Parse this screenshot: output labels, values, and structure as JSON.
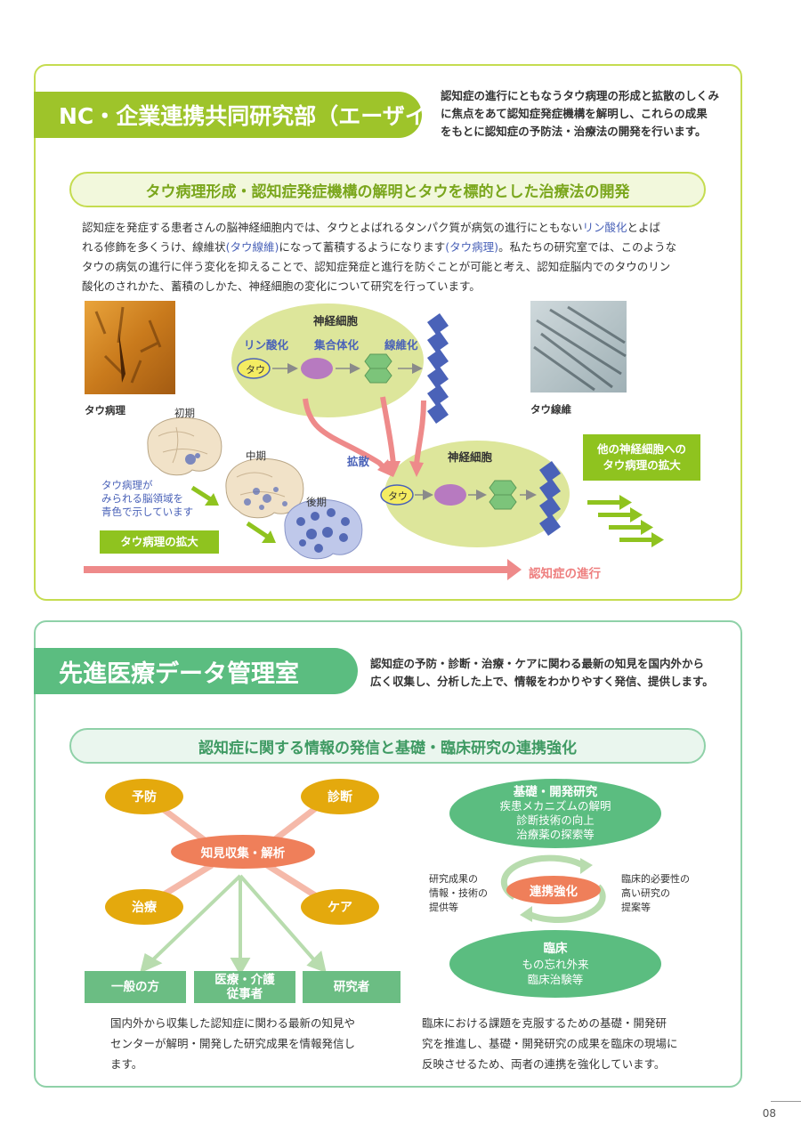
{
  "section1": {
    "tab_title": "NC・企業連携共同研究部（エーザイ）",
    "lead": [
      "認知症の進行にともなうタウ病理の形成と拡散のしくみ",
      "に焦点をあて認知症発症機構を解明し、これらの成果",
      "をもとに認知症の予防法・治療法の開発を行います。"
    ],
    "subtitle": "タウ病理形成・認知症発症機構の解明とタウを標的とした治療法の開発",
    "body": {
      "l1a": "認知症を発症する患者さんの脳神経細胞内では、タウとよばれるタンパク質が病気の進行にともない",
      "l1b": "リン酸化",
      "l1c": "とよば",
      "l2a": "れる修飾を多くうけ、線維状",
      "l2b": "(タウ線維)",
      "l2c": "になって蓄積するようになります",
      "l2d": "(タウ病理)",
      "l2e": "。私たちの研究室では、このような",
      "l3": "タウの病気の進行に伴う変化を抑えることで、認知症発症と進行を防ぐことが可能と考え、認知症脳内でのタウのリン",
      "l4": "酸化のされかた、蓄積のしかた、神経細胞の変化について研究を行っています。"
    },
    "diagram": {
      "photo_left_label": "タウ病理",
      "photo_right_label": "タウ線維",
      "neuron_label": "神経細胞",
      "step_phos": "リン酸化",
      "step_agg": "集合体化",
      "step_fib": "線維化",
      "tau": "タウ",
      "spread": "拡散",
      "neuron2_label": "神経細胞",
      "tau2": "タウ",
      "stage_early": "初期",
      "stage_mid": "中期",
      "stage_late": "後期",
      "brain_note": [
        "タウ病理が",
        "みられる脳領域を",
        "青色で示しています"
      ],
      "expansion_box": "タウ病理の拡大",
      "other_cells_box": [
        "他の神経細胞への",
        "タウ病理の拡大"
      ],
      "progression": "認知症の進行"
    }
  },
  "section2": {
    "tab_title": "先進医療データ管理室",
    "lead": [
      "認知症の予防・診断・治療・ケアに関わる最新の知見を国内外から",
      "広く収集し、分析した上で、情報をわかりやすく発信、提供します。"
    ],
    "subtitle": "認知症に関する情報の発信と基礎・臨床研究の連携強化",
    "left": {
      "prevention": "予防",
      "diagnosis": "診断",
      "treatment": "治療",
      "care": "ケア",
      "center": "知見収集・解析",
      "target1": "一般の方",
      "target2a": "医療・介護",
      "target2b": "従事者",
      "target3": "研究者",
      "caption": [
        "国内外から収集した認知症に関わる最新の知見や",
        "センターが解明・開発した研究成果を情報発信し",
        "ます。"
      ]
    },
    "right": {
      "basic_title": "基礎・開発研究",
      "basic_items": [
        "疾患メカニズムの解明",
        "診断技術の向上",
        "治療薬の探索等"
      ],
      "center": "連携強化",
      "left_note": [
        "研究成果の",
        "情報・技術の",
        "提供等"
      ],
      "right_note": [
        "臨床的必要性の",
        "高い研究の",
        "提案等"
      ],
      "clinical_title": "臨床",
      "clinical_items": [
        "もの忘れ外来",
        "臨床治験等"
      ],
      "caption": [
        "臨床における課題を克服するための基礎・開発研",
        "究を推進し、基礎・開発研究の成果を臨床の現場に",
        "反映させるため、両者の連携を強化しています。"
      ]
    }
  },
  "page_number": "08",
  "colors": {
    "lime": "#9ec42a",
    "green": "#5bbd80",
    "blue": "#4a62b8",
    "pink": "#ee8a8a",
    "yellow": "#e4a90d",
    "salmon": "#ef7f5a"
  }
}
